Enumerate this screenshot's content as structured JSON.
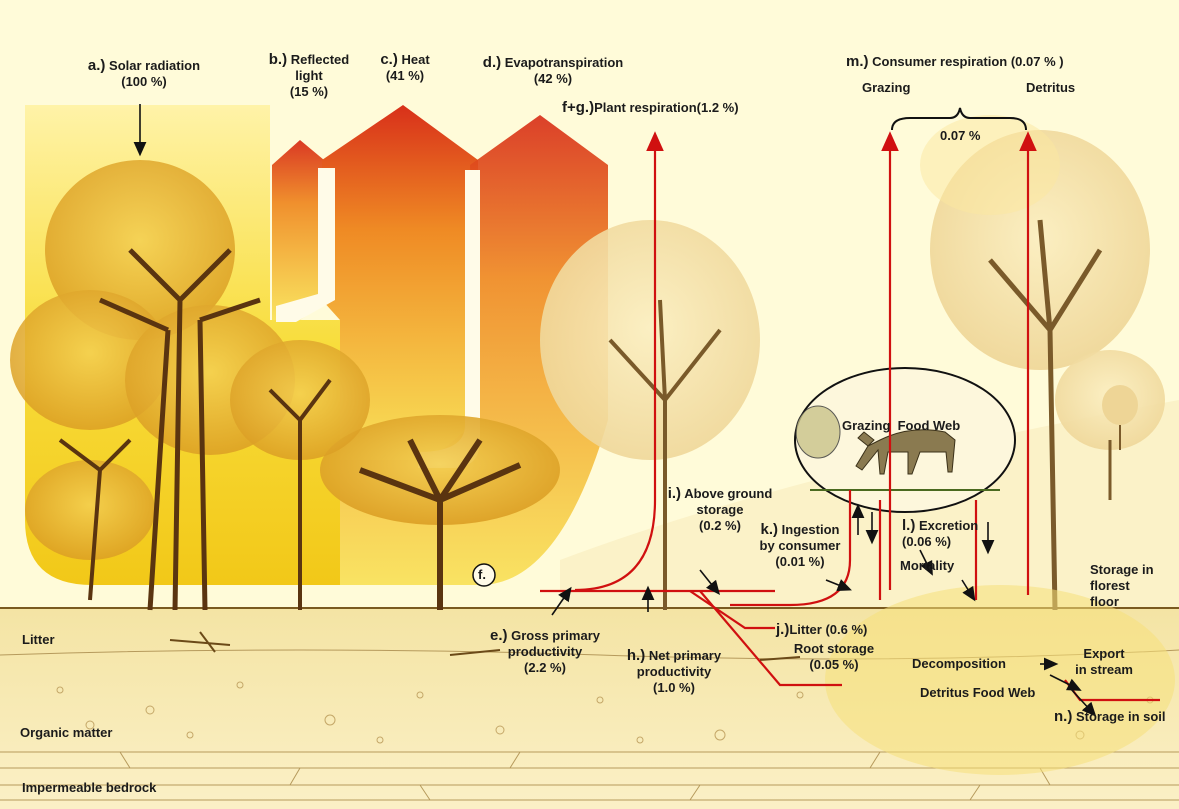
{
  "labels": {
    "a": {
      "letter": "a.)",
      "text": "Solar radiation",
      "value": "(100 %)"
    },
    "b": {
      "letter": "b.)",
      "text": "Reflected",
      "text2": "light",
      "value": "(15 %)"
    },
    "c": {
      "letter": "c.)",
      "text": "Heat",
      "value": "(41 %)"
    },
    "d": {
      "letter": "d.)",
      "text": "Evapotranspiration",
      "value": "(42 %)"
    },
    "fg": {
      "letter": "f+g.)",
      "text": "Plant respiration(1.2 %)"
    },
    "m": {
      "letter": "m.)",
      "text": "Consumer respiration (0.07 % )"
    },
    "grazing": "Grazing",
    "detritus": "Detritus",
    "brace_value": "0.07 %",
    "grazing_food_web": "Grazing  Food Web",
    "i": {
      "letter": "i.)",
      "text": "Above ground",
      "text2": "storage",
      "value": "(0.2 %)"
    },
    "k": {
      "letter": "k.)",
      "text": "Ingestion",
      "text2": "by consumer",
      "value": "(0.01 %)"
    },
    "l": {
      "letter": "l.)",
      "text": "Excretion",
      "value": "(0.06 %)"
    },
    "mortality": "Mortality",
    "storage_floor": {
      "line1": "Storage in",
      "line2": "florest",
      "line3": "floor"
    },
    "f_marker": "f.",
    "e": {
      "letter": "e.)",
      "text": "Gross primary",
      "text2": "productivity",
      "value": "(2.2 %)"
    },
    "h": {
      "letter": "h.)",
      "text": "Net primary",
      "text2": "productivity",
      "value": "(1.0 %)"
    },
    "j": {
      "letter": "j.)",
      "text": "Litter (0.6 %)"
    },
    "root": {
      "text": "Root storage",
      "value": "(0.05 %)"
    },
    "decomposition": "Decomposition",
    "export": {
      "line1": "Export",
      "line2": "in stream"
    },
    "detritus_food_web": "Detritus Food Web",
    "n": {
      "letter": "n.)",
      "text": "Storage in soil"
    },
    "litter": "Litter",
    "organic_matter": "Organic matter",
    "bedrock": "Impermeable bedrock"
  },
  "colors": {
    "background": "#fffbd9",
    "flow_line": "#d01010",
    "arrow_black": "#111111",
    "solar_yellow": "#f6d21a",
    "heat_red": "#d9381e",
    "tree_brown": "#6b3d10",
    "foliage": "#e8b534"
  },
  "icons": [
    "tree-icon",
    "deer-icon"
  ]
}
